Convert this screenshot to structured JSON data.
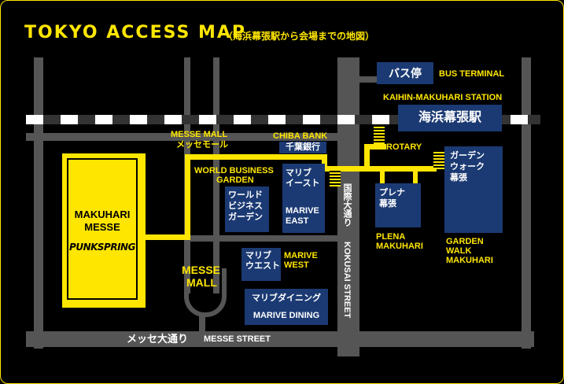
{
  "header": {
    "title": "TOKYO ACCESS MAP",
    "subtitle": "（海浜幕張駅から会場までの地図）"
  },
  "stations": {
    "bus_stop_jp": "バス停",
    "bus_terminal": "BUS TERMINAL",
    "station_en": "KAIHIN-MAKUHARI STATION",
    "station_jp": "海浜幕張駅",
    "rotary": "ROTARY"
  },
  "buildings": {
    "messe_mall_en": "MESSE MALL",
    "messe_mall_jp": "メッセモール",
    "chiba_bank_en": "CHIBA BANK",
    "chiba_bank_jp": "千葉銀行",
    "wbg_en_1": "WORLD BUSINESS",
    "wbg_en_2": "GARDEN",
    "wbg_jp_1": "ワールド",
    "wbg_jp_2": "ビジネス",
    "wbg_jp_3": "ガーデン",
    "marive_east_jp_1": "マリブ",
    "marive_east_jp_2": "イースト",
    "marive_east_en_1": "MARIVE",
    "marive_east_en_2": "EAST",
    "plena_jp_1": "プレナ",
    "plena_jp_2": "幕張",
    "plena_en_1": "PLENA",
    "plena_en_2": "MAKUHARI",
    "garden_walk_jp_1": "ガーデン",
    "garden_walk_jp_2": "ウォーク",
    "garden_walk_jp_3": "幕張",
    "garden_walk_en_1": "GARDEN",
    "garden_walk_en_2": "WALK",
    "garden_walk_en_3": "MAKUHARI",
    "makuhari_messe_1": "MAKUHARI",
    "makuhari_messe_2": "MESSE",
    "punkspring": "PUNKSPRING",
    "messe_mall_big_1": "MESSE",
    "messe_mall_big_2": "MALL",
    "marive_west_jp_1": "マリブ",
    "marive_west_jp_2": "ウエスト",
    "marive_west_en_1": "MARIVE",
    "marive_west_en_2": "WEST",
    "marive_dining_jp": "マリブダイニング",
    "marive_dining_en": "MARIVE DINING"
  },
  "streets": {
    "kokusai_jp": "国際大通り",
    "kokusai_en": "KOKUSAI STREET",
    "messe_street_jp": "メッセ大通り",
    "messe_street_en": "MESSE STREET"
  },
  "colors": {
    "background": "#000000",
    "accent": "#ffe600",
    "road": "#555555",
    "building": "#1b3a73"
  }
}
